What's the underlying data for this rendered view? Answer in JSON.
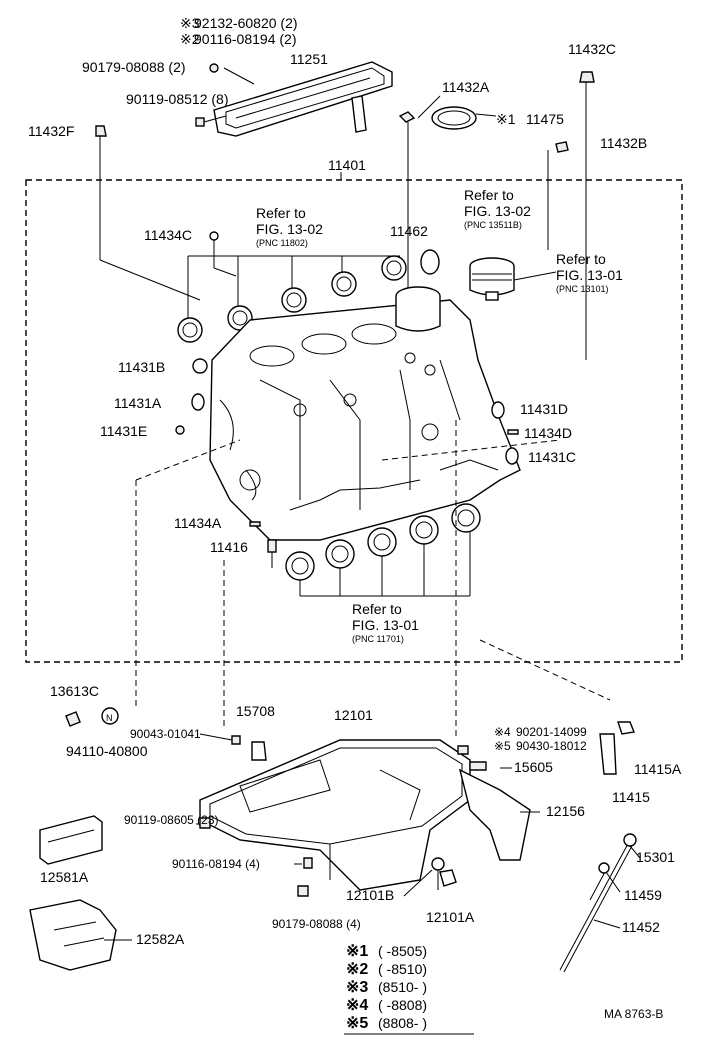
{
  "callouts": {
    "p11251": "11251",
    "p92132": "92132-60820 (2)",
    "p92132_mark": "※3",
    "p90116top": "90116-08194 (2)",
    "p90116top_mark": "※2",
    "p90179top": "90179-08088 (2)",
    "p90119top": "90119-08512 (8)",
    "p11432A": "11432A",
    "p11432C": "11432C",
    "p11475": "11475",
    "p11475_mark": "※1",
    "p11432B": "11432B",
    "p11432F": "11432F",
    "p11401": "11401",
    "p11434C": "11434C",
    "p11462": "11462",
    "p11431B": "11431B",
    "p11431A": "11431A",
    "p11431E": "11431E",
    "p11431D": "11431D",
    "p11434D": "11434D",
    "p11431C": "11431C",
    "p11434A": "11434A",
    "p11416": "11416",
    "p13613C": "13613C",
    "p94110": "94110-40800",
    "p90043": "90043-01041",
    "p15708": "15708",
    "p12101": "12101",
    "p90201": "90201-14099",
    "p90201_mark": "※4",
    "p90430": "90430-18012",
    "p90430_mark": "※5",
    "p15605": "15605",
    "p11415A": "11415A",
    "p11415": "11415",
    "p12156": "12156",
    "p90119bot": "90119-08605 (23)",
    "p12581A": "12581A",
    "p90116bot": "90116-08194 (4)",
    "p12101B": "12101B",
    "p12101A": "12101A",
    "p15301": "15301",
    "p11459": "11459",
    "p11452": "11452",
    "p90179bot": "90179-08088 (4)",
    "p12582A": "12582A"
  },
  "references": {
    "ref1": {
      "line1": "Refer to",
      "line2": "FIG. 13-02",
      "line3": "(PNC 11802)"
    },
    "ref2": {
      "line1": "Refer to",
      "line2": "FIG. 13-02",
      "line3": "(PNC 13511B)"
    },
    "ref3": {
      "line1": "Refer to",
      "line2": "FIG. 13-01",
      "line3": "(PNC 13101)"
    },
    "ref4": {
      "line1": "Refer to",
      "line2": "FIG. 13-01",
      "line3": "(PNC 11701)"
    }
  },
  "legend": [
    {
      "mark": "※1",
      "value": "(        -8505)"
    },
    {
      "mark": "※2",
      "value": "(        -8510)"
    },
    {
      "mark": "※3",
      "value": "(8510-        )"
    },
    {
      "mark": "※4",
      "value": "(        -8808)"
    },
    {
      "mark": "※5",
      "value": "(8808-        )"
    }
  ],
  "footer": {
    "code": "MA  8763-B"
  }
}
